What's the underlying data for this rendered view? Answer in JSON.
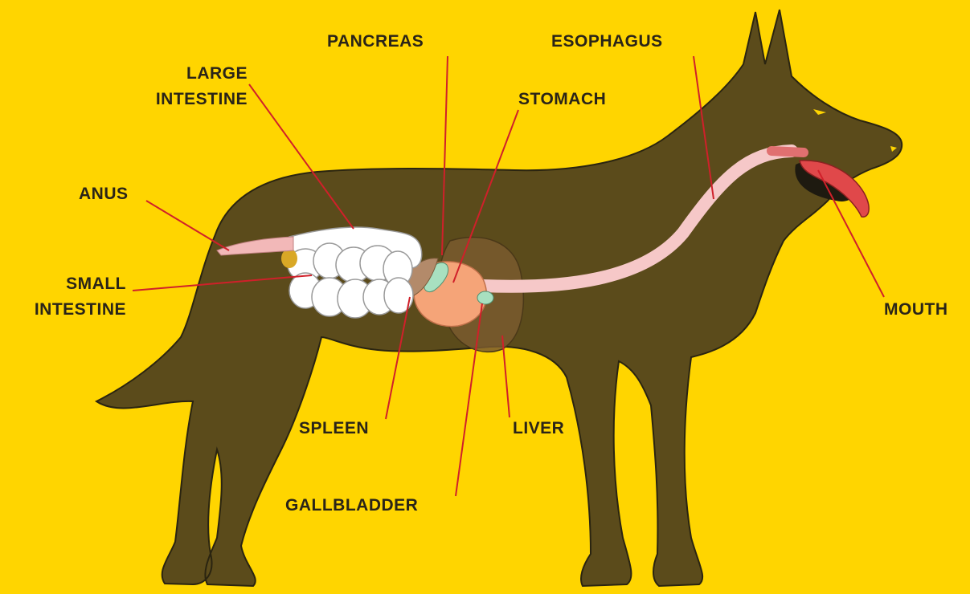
{
  "labels": {
    "pancreas": "PANCREAS",
    "esophagus": "ESOPHAGUS",
    "large_intestine_1": "LARGE",
    "large_intestine_2": "INTESTINE",
    "stomach": "STOMACH",
    "anus": "ANUS",
    "small_intestine_1": "SMALL",
    "small_intestine_2": "INTESTINE",
    "mouth": "MOUTH",
    "spleen": "SPLEEN",
    "liver": "LIVER",
    "gallbladder": "GALLBLADDER"
  },
  "colors": {
    "background": "#FFD500",
    "body": "#5B4B1B",
    "outline": "#2a2410",
    "leader_line": "#D0202A",
    "esophagus": "#F6C8C8",
    "intestine": "#FFFFFF",
    "stomach": "#F5A478",
    "liver": "#7A5A2E",
    "spleen": "#B38A6A",
    "pancreas": "#A8E0C0",
    "gallbladder": "#A8E0C0",
    "tongue": "#E0484A",
    "text": "#2a2418"
  }
}
